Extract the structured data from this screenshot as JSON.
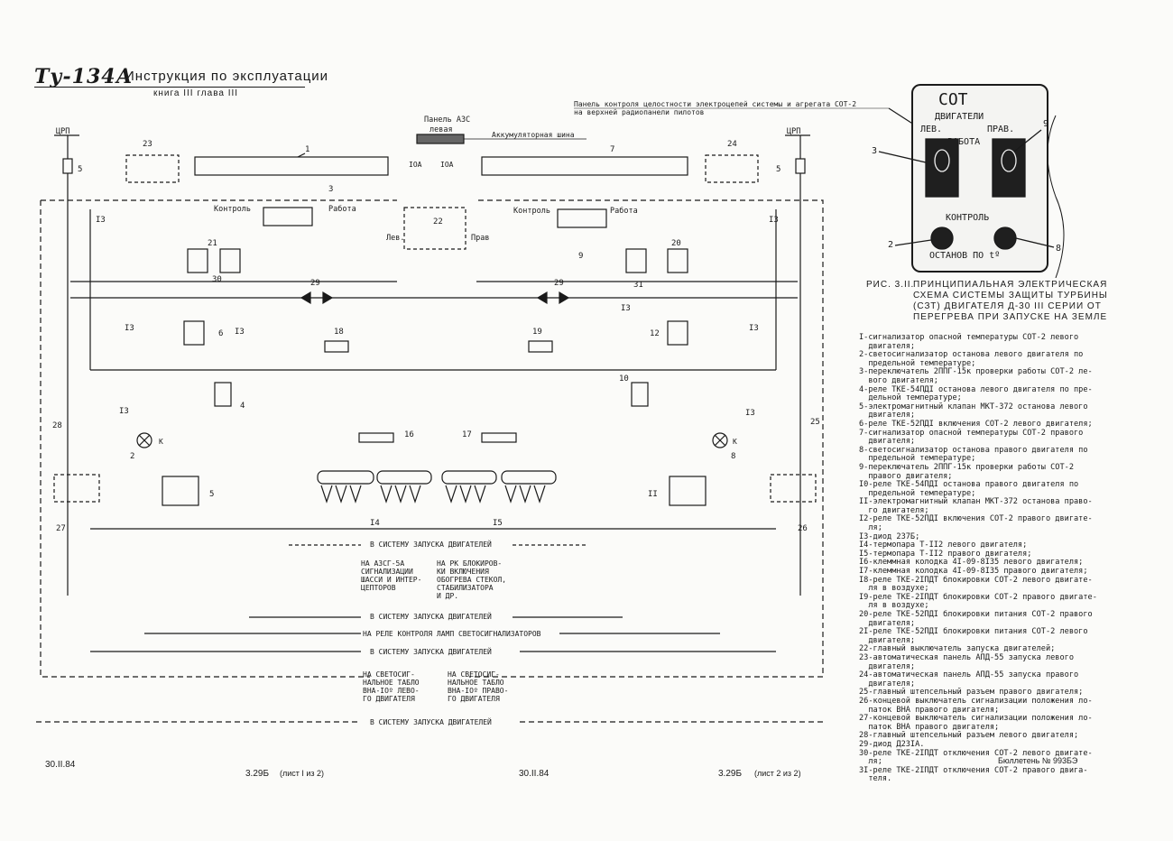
{
  "header": {
    "logo": "Ту-134А",
    "title": "Инструкция по эксплуатации",
    "book": "книга  III      глава  III"
  },
  "panel_note": {
    "line1": "Панель контроля целостности электроцепей системы и агрегата СОТ-2",
    "line2": "на верхней радиопанели пилотов"
  },
  "labels": {
    "azs_panel": "Панель АЗС",
    "azs_left": "левая",
    "battery_bus": "Аккумуляторная шина",
    "crp": "ЦРП",
    "control": "Контроль",
    "work": "Работа",
    "lev": "Лев.",
    "prav": "Прав",
    "ioa": "IOA",
    "k": "K",
    "plus": "+",
    "minus": "–"
  },
  "component_numbers": [
    "1",
    "2",
    "3",
    "4",
    "5",
    "6",
    "7",
    "8",
    "9",
    "10",
    "11",
    "12",
    "13",
    "14",
    "15",
    "16",
    "17",
    "18",
    "19",
    "20",
    "21",
    "22",
    "23",
    "24",
    "25",
    "26",
    "27",
    "28",
    "29",
    "30",
    "31"
  ],
  "bus_lines": {
    "l1": "В СИСТЕМУ ЗАПУСКА ДВИГАТЕЛЕЙ",
    "l2a": "НА АЗСГ-5А",
    "l2b": "СИГНАЛИЗАЦИИ",
    "l2c": "ШАССИ И ИНТЕР-",
    "l2d": "ЦЕПТОРОВ",
    "l3a": "НА РК БЛОКИРОВ-",
    "l3b": "КИ ВКЛЮЧЕНИЯ",
    "l3c": "ОБОГРЕВА СТЕКОЛ,",
    "l3d": "СТАБИЛИЗАТОРА",
    "l3e": "И ДР.",
    "l4": "В СИСТЕМУ ЗАПУСКА ДВИГАТЕЛЕЙ",
    "l5": "НА РЕЛЕ КОНТРОЛЯ ЛАМП СВЕТОСИГНАЛИЗАТОРОВ",
    "l6": "В СИСТЕМУ ЗАПУСКА ДВИГАТЕЛЕЙ",
    "l7a": "НА СВЕТОСИГ-",
    "l7b": "НАЛЬНОЕ ТАБЛО",
    "l7c": "ВНА-IОº ЛЕВО-",
    "l7d": "ГО ДВИГАТЕЛЯ",
    "l8a": "НА СВЕТОСИГ-",
    "l8b": "НАЛЬНОЕ ТАБЛО",
    "l8c": "ВНА-IОº ПРАВО-",
    "l8d": "ГО ДВИГАТЕЛЯ",
    "l9": "В СИСТЕМУ ЗАПУСКА ДВИГАТЕЛЕЙ"
  },
  "sot_panel": {
    "title": "СОТ",
    "engines": "ДВИГАТЕЛИ",
    "lev": "ЛЕВ.",
    "prav": "ПРАВ.",
    "work": "РАБОТА",
    "control": "КОНТРОЛЬ",
    "stop": "ОСТАНОВ ПО tº"
  },
  "caption": {
    "num": "РИС. 3.II.",
    "text": "ПРИНЦИПИАЛЬНАЯ ЭЛЕКТРИЧЕСКАЯ\nСХЕМА СИСТЕМЫ ЗАЩИТЫ ТУРБИНЫ\n(СЗТ) ДВИГАТЕЛЯ Д-30 III СЕРИИ ОТ\nПЕРЕГРЕВА ПРИ ЗАПУСКЕ НА ЗЕМЛЕ"
  },
  "legend": [
    "I-сигнализатор опасной температуры СОТ-2 левого",
    "  двигателя;",
    "2-светосигнализатор останова левого двигателя по",
    "  предельной температуре;",
    "3-переключатель 2ППГ-15к проверки работы СОТ-2 ле-",
    "  вого двигателя;",
    "4-реле ТКЕ-54ПДI останова левого двигателя по пре-",
    "  дельной температуре;",
    "5-электромагнитный клапан МКТ-372 останова левого",
    "  двигателя;",
    "6-реле ТКЕ-52ПДI включения СОТ-2 левого двигателя;",
    "7-сигнализатор опасной температуры СОТ-2 правого",
    "  двигателя;",
    "8-светосигнализатор останова правого двигателя по",
    "  предельной температуре;",
    "9-переключатель 2ППГ-15к проверки работы СОТ-2",
    "  правого двигателя;",
    "I0-реле ТКЕ-54ПДI останова правого двигателя по",
    "  предельной температуре;",
    "II-электромагнитный клапан МКТ-372 останова право-",
    "  го двигателя;",
    "I2-реле ТКЕ-52ПДI включения СОТ-2 правого двигате-",
    "  ля;",
    "I3-диод 237Б;",
    "I4-термопара Т-II2 левого двигателя;",
    "I5-термопара Т-II2 правого двигателя;",
    "I6-клеммная колодка 4I-09-8I35 левого двигателя;",
    "I7-клеммная колодка 4I-09-8I35 правого двигателя;",
    "I8-реле ТКЕ-2IПДТ блокировки СОТ-2 левого двигате-",
    "  ля в воздухе;",
    "I9-реле ТКЕ-2IПДТ блокировки СОТ-2 правого двигате-",
    "  ля в воздухе;",
    "20-реле ТКЕ-52ПДI блокировки питания СОТ-2 правого",
    "  двигателя;",
    "2I-реле ТКЕ-52ПДI блокировки питания СОТ-2 левого",
    "  двигателя;",
    "22-главный выключатель запуска двигателей;",
    "23-автоматическая панель АПД-55 запуска левого",
    "  двигателя;",
    "24-автоматическая панель АПД-55 запуска правого",
    "  двигателя;",
    "25-главный штепсельный разъем правого двигателя;",
    "26-концевой выключатель сигнализации положения ло-",
    "  паток ВНА правого двигателя;",
    "27-концевой выключатель сигнализации положения ло-",
    "  паток ВНА правого двигателя;",
    "28-главный штепсельный разъем левого двигателя;",
    "29-диод Д23IА.",
    "30-реле ТКЕ-2IПДТ отключения СОТ-2 левого двигате-",
    "  ля;",
    "3I-реле ТКЕ-2IПДТ отключения СОТ-2 правого двига-",
    "  теля."
  ],
  "footer": {
    "date_left": "30.II.84",
    "page_left": "3.29Б",
    "sheet_left": "(лист I из 2)",
    "date_mid": "30.II.84",
    "page_right": "3.29Б",
    "sheet_right": "(лист 2 из 2)",
    "bulletin": "Бюллетень № 993БЭ"
  }
}
